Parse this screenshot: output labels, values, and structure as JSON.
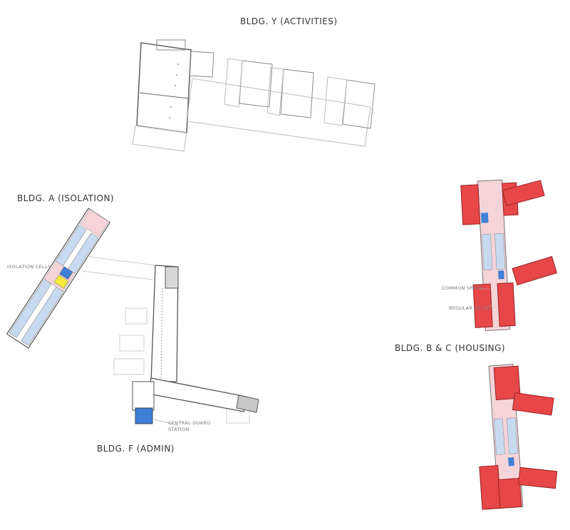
{
  "labels": {
    "bldg_y": "BLDG. Y (ACTIVITIES)",
    "bldg_a": "BLDG. A (ISOLATION)",
    "isolation_cells": "ISOLATION CELLS",
    "common_space": "COMMON SPACE",
    "regular_cells": "REGULAR CELLS",
    "bldg_bc": "BLDG. B & C (HOUSING)",
    "central_guard_line1": "CENTRAL GUARD",
    "central_guard_line2": "STATION",
    "bldg_f": "BLDG. F (ADMIN)"
  },
  "colors": {
    "cells_red": "#e8474a",
    "common_pink": "#f4d4d8",
    "isolation_blue": "#c8daf0",
    "guard_blue": "#3f7fd6",
    "highlight_yellow": "#f2ea3a",
    "service_gray": "#c8c8c8",
    "outline": "#555555"
  }
}
